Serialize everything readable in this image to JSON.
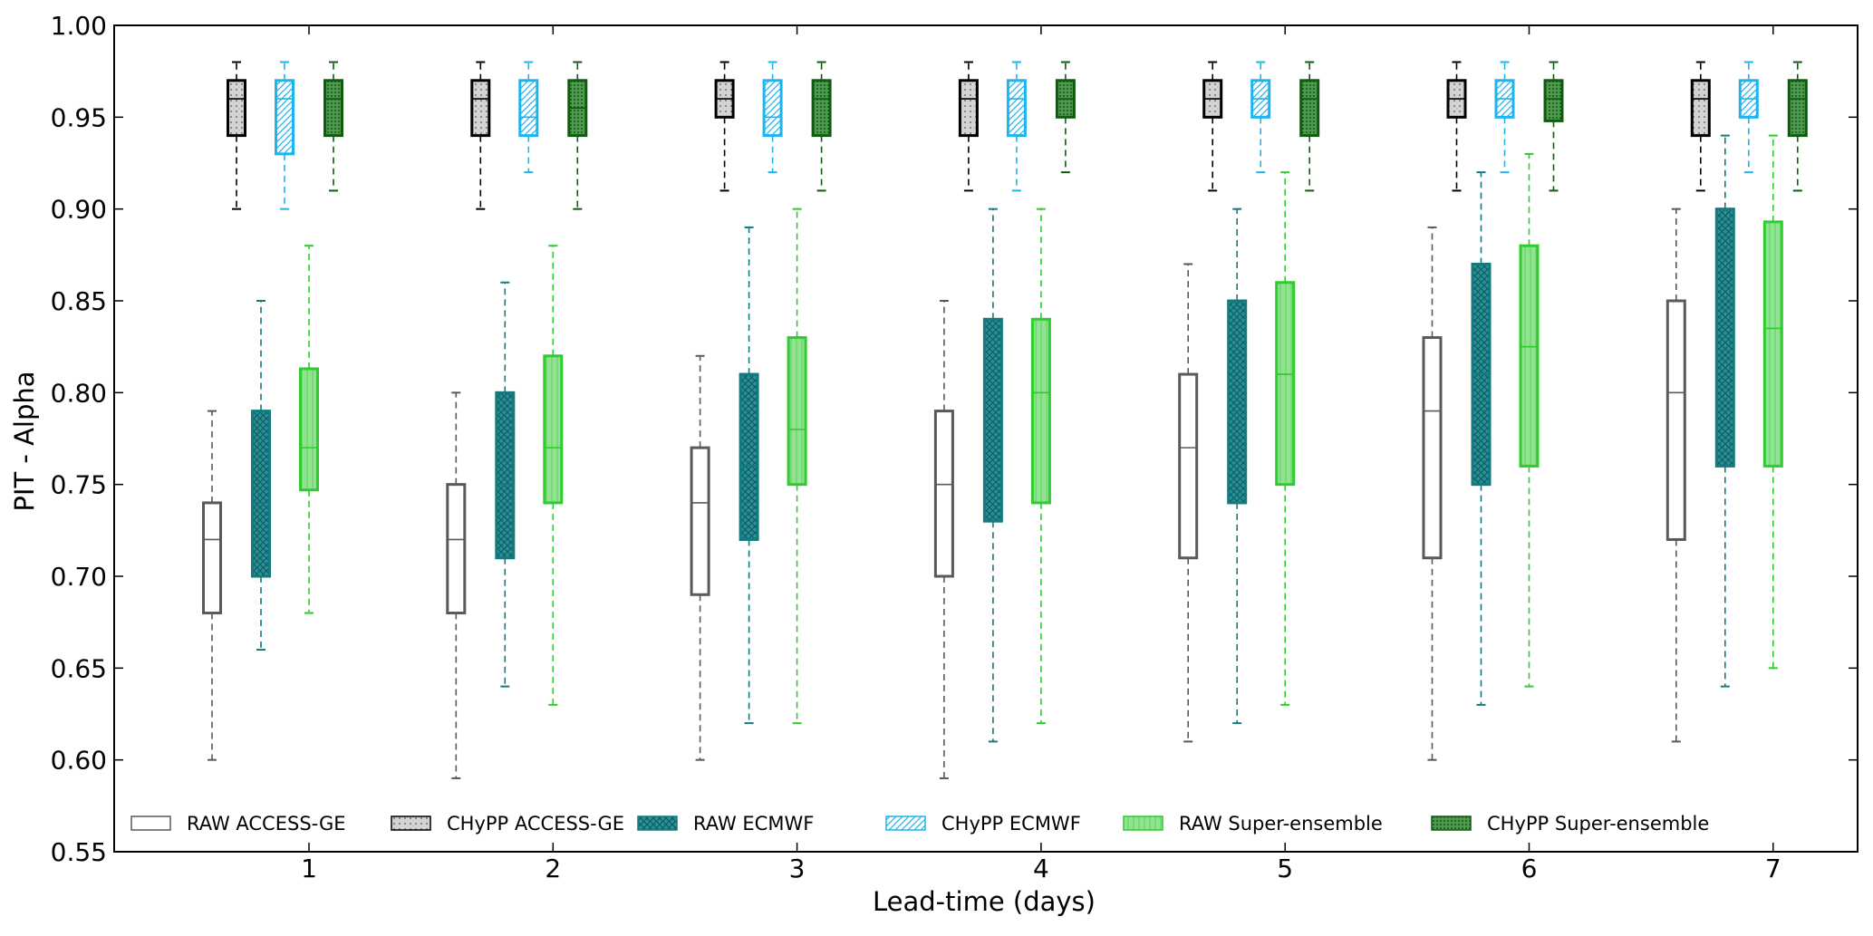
{
  "chart_data": {
    "type": "box",
    "title": "",
    "xlabel": "Lead-time (days)",
    "ylabel": "PIT - Alpha",
    "ylim": [
      0.55,
      1.0
    ],
    "yticks": [
      "0.55",
      "0.60",
      "0.65",
      "0.70",
      "0.75",
      "0.80",
      "0.85",
      "0.90",
      "0.95",
      "1.00"
    ],
    "categories": [
      "1",
      "2",
      "3",
      "4",
      "5",
      "6",
      "7"
    ],
    "grid": false,
    "legend_position": "bottom",
    "series": [
      {
        "name": "RAW ACCESS-GE",
        "edge_color": "#595959",
        "fill_color": "#ffffff",
        "hatch": "none",
        "boxes": [
          {
            "whislo": 0.6,
            "q1": 0.68,
            "med": 0.72,
            "q3": 0.74,
            "whishi": 0.79
          },
          {
            "whislo": 0.59,
            "q1": 0.68,
            "med": 0.72,
            "q3": 0.75,
            "whishi": 0.8
          },
          {
            "whislo": 0.6,
            "q1": 0.69,
            "med": 0.74,
            "q3": 0.77,
            "whishi": 0.82
          },
          {
            "whislo": 0.59,
            "q1": 0.7,
            "med": 0.75,
            "q3": 0.79,
            "whishi": 0.85
          },
          {
            "whislo": 0.61,
            "q1": 0.71,
            "med": 0.77,
            "q3": 0.81,
            "whishi": 0.87
          },
          {
            "whislo": 0.6,
            "q1": 0.71,
            "med": 0.79,
            "q3": 0.83,
            "whishi": 0.89
          },
          {
            "whislo": 0.61,
            "q1": 0.72,
            "med": 0.8,
            "q3": 0.85,
            "whishi": 0.9
          }
        ]
      },
      {
        "name": "CHyPP ACCESS-GE",
        "edge_color": "#000000",
        "fill_color": "#d3d3d3",
        "hatch": "dots",
        "boxes": [
          {
            "whislo": 0.9,
            "q1": 0.94,
            "med": 0.96,
            "q3": 0.97,
            "whishi": 0.98
          },
          {
            "whislo": 0.9,
            "q1": 0.94,
            "med": 0.96,
            "q3": 0.97,
            "whishi": 0.98
          },
          {
            "whislo": 0.91,
            "q1": 0.95,
            "med": 0.96,
            "q3": 0.97,
            "whishi": 0.98
          },
          {
            "whislo": 0.91,
            "q1": 0.94,
            "med": 0.96,
            "q3": 0.97,
            "whishi": 0.98
          },
          {
            "whislo": 0.91,
            "q1": 0.95,
            "med": 0.96,
            "q3": 0.97,
            "whishi": 0.98
          },
          {
            "whislo": 0.91,
            "q1": 0.95,
            "med": 0.96,
            "q3": 0.97,
            "whishi": 0.98
          },
          {
            "whislo": 0.91,
            "q1": 0.94,
            "med": 0.96,
            "q3": 0.97,
            "whishi": 0.98
          }
        ]
      },
      {
        "name": "RAW ECMWF",
        "edge_color": "#137a7f",
        "fill_color": "#2a9096",
        "hatch": "cross",
        "boxes": [
          {
            "whislo": 0.66,
            "q1": 0.7,
            "med": 0.74,
            "q3": 0.79,
            "whishi": 0.85
          },
          {
            "whislo": 0.64,
            "q1": 0.71,
            "med": 0.75,
            "q3": 0.8,
            "whishi": 0.86
          },
          {
            "whislo": 0.62,
            "q1": 0.72,
            "med": 0.76,
            "q3": 0.81,
            "whishi": 0.89
          },
          {
            "whislo": 0.61,
            "q1": 0.73,
            "med": 0.78,
            "q3": 0.84,
            "whishi": 0.9
          },
          {
            "whislo": 0.62,
            "q1": 0.74,
            "med": 0.79,
            "q3": 0.85,
            "whishi": 0.9
          },
          {
            "whislo": 0.63,
            "q1": 0.75,
            "med": 0.81,
            "q3": 0.87,
            "whishi": 0.92
          },
          {
            "whislo": 0.64,
            "q1": 0.76,
            "med": 0.83,
            "q3": 0.9,
            "whishi": 0.94
          }
        ]
      },
      {
        "name": "CHyPP ECMWF",
        "edge_color": "#1eb4ee",
        "fill_color": "#ffffff",
        "hatch": "diagonal",
        "boxes": [
          {
            "whislo": 0.9,
            "q1": 0.93,
            "med": 0.96,
            "q3": 0.97,
            "whishi": 0.98
          },
          {
            "whislo": 0.92,
            "q1": 0.94,
            "med": 0.95,
            "q3": 0.97,
            "whishi": 0.98
          },
          {
            "whislo": 0.92,
            "q1": 0.94,
            "med": 0.95,
            "q3": 0.97,
            "whishi": 0.98
          },
          {
            "whislo": 0.91,
            "q1": 0.94,
            "med": 0.96,
            "q3": 0.97,
            "whishi": 0.98
          },
          {
            "whislo": 0.92,
            "q1": 0.95,
            "med": 0.96,
            "q3": 0.97,
            "whishi": 0.98
          },
          {
            "whislo": 0.92,
            "q1": 0.95,
            "med": 0.96,
            "q3": 0.97,
            "whishi": 0.98
          },
          {
            "whislo": 0.92,
            "q1": 0.95,
            "med": 0.96,
            "q3": 0.97,
            "whishi": 0.98
          }
        ]
      },
      {
        "name": "RAW Super-ensemble",
        "edge_color": "#2ecc2e",
        "fill_color": "#90e390",
        "hatch": "vertical",
        "boxes": [
          {
            "whislo": 0.68,
            "q1": 0.747,
            "med": 0.77,
            "q3": 0.813,
            "whishi": 0.88
          },
          {
            "whislo": 0.63,
            "q1": 0.74,
            "med": 0.77,
            "q3": 0.82,
            "whishi": 0.88
          },
          {
            "whislo": 0.62,
            "q1": 0.75,
            "med": 0.78,
            "q3": 0.83,
            "whishi": 0.9
          },
          {
            "whislo": 0.62,
            "q1": 0.74,
            "med": 0.8,
            "q3": 0.84,
            "whishi": 0.9
          },
          {
            "whislo": 0.63,
            "q1": 0.75,
            "med": 0.81,
            "q3": 0.86,
            "whishi": 0.92
          },
          {
            "whislo": 0.64,
            "q1": 0.76,
            "med": 0.825,
            "q3": 0.88,
            "whishi": 0.93
          },
          {
            "whislo": 0.65,
            "q1": 0.76,
            "med": 0.835,
            "q3": 0.893,
            "whishi": 0.94
          }
        ]
      },
      {
        "name": "CHyPP Super-ensemble",
        "edge_color": "#0f5c0f",
        "fill_color": "#4e9a4e",
        "hatch": "dense-dots",
        "boxes": [
          {
            "whislo": 0.91,
            "q1": 0.94,
            "med": 0.96,
            "q3": 0.97,
            "whishi": 0.98
          },
          {
            "whislo": 0.9,
            "q1": 0.94,
            "med": 0.955,
            "q3": 0.97,
            "whishi": 0.98
          },
          {
            "whislo": 0.91,
            "q1": 0.94,
            "med": 0.96,
            "q3": 0.97,
            "whishi": 0.98
          },
          {
            "whislo": 0.92,
            "q1": 0.95,
            "med": 0.96,
            "q3": 0.97,
            "whishi": 0.98
          },
          {
            "whislo": 0.91,
            "q1": 0.94,
            "med": 0.96,
            "q3": 0.97,
            "whishi": 0.98
          },
          {
            "whislo": 0.91,
            "q1": 0.948,
            "med": 0.96,
            "q3": 0.97,
            "whishi": 0.98
          },
          {
            "whislo": 0.91,
            "q1": 0.94,
            "med": 0.96,
            "q3": 0.97,
            "whishi": 0.98
          }
        ]
      }
    ]
  }
}
